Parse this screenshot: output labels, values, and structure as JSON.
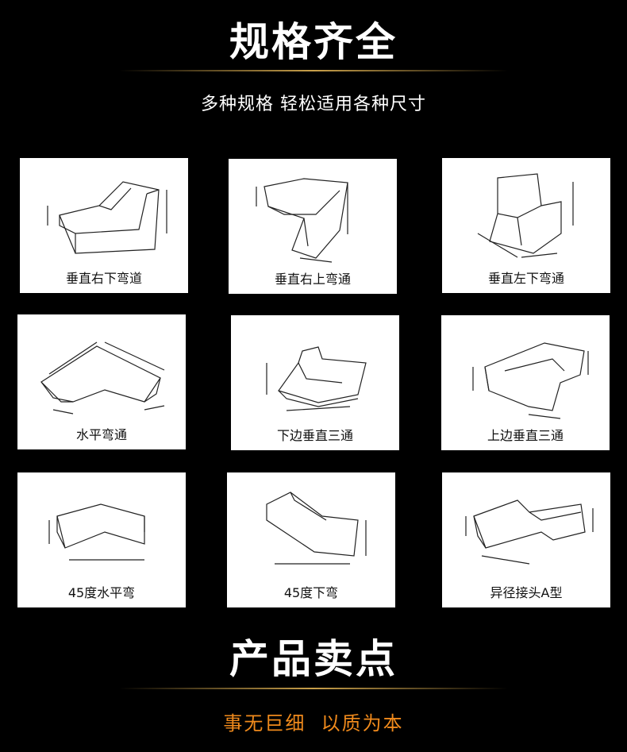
{
  "header": {
    "title": "规格齐全",
    "subtitle": "多种规格 轻松适用各种尺寸"
  },
  "items": [
    {
      "label": "垂直右下弯道"
    },
    {
      "label": "垂直右上弯通"
    },
    {
      "label": "垂直左下弯通"
    },
    {
      "label": "水平弯通"
    },
    {
      "label": "下边垂直三通"
    },
    {
      "label": "上边垂直三通"
    },
    {
      "label": "45度水平弯"
    },
    {
      "label": "45度下弯"
    },
    {
      "label": "异径接头A型"
    }
  ],
  "footer": {
    "title": "产品卖点",
    "slogan": "事无巨细  以质为本"
  },
  "colors": {
    "background": "#000000",
    "gold": "#c9a04a",
    "slogan": "#f08a1c"
  }
}
